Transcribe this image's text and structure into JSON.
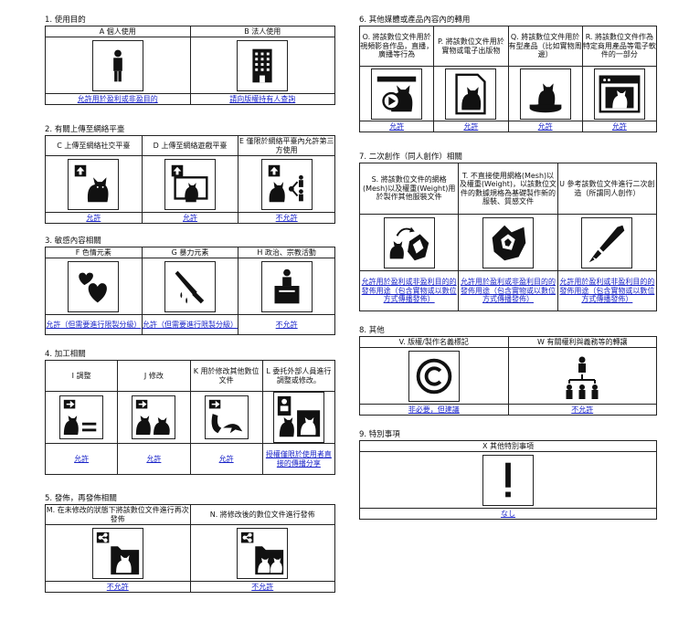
{
  "s1": {
    "title": "1. 使用目的",
    "headers": [
      "A 個人使用",
      "B 法人使用"
    ],
    "results": [
      "允許用於盈利或非盈目的",
      "請向版權持有人查詢"
    ]
  },
  "s2": {
    "title": "2. 有關上傳至網絡平臺",
    "headers": [
      "C 上傳至網絡社交平臺",
      "D 上傳至網絡遊戲平臺",
      "E 僅限於網絡平臺內允許第三方使用"
    ],
    "results": [
      "允許",
      "允許",
      "不允許"
    ]
  },
  "s3": {
    "title": "3. 敏感內容相關",
    "headers": [
      "F 色情元素",
      "G 暴力元素",
      "H 政治、宗教活動"
    ],
    "results": [
      "允許（但需要進行限製分級）",
      "允許（但需要進行限製分級）",
      "不允許"
    ]
  },
  "s4": {
    "title": "4. 加工相關",
    "headers": [
      "I 調整",
      "J 修改",
      "K 用於修改其他數位文件",
      "L 委托外部人員進行調整或修改。"
    ],
    "results": [
      "允許",
      "允許",
      "允許",
      "授權僅限於使用者直接的傳播分享"
    ]
  },
  "s5": {
    "title": "5. 發佈，再發佈相關",
    "headers": [
      "M. 在未修改的狀態下將該數位文件進行再次發佈",
      "N. 將修改後的數位文件進行發佈"
    ],
    "results": [
      "不允許",
      "不允許"
    ]
  },
  "s6": {
    "title": "6. 其他媒體或產品內容內的轉用",
    "headers": [
      "O. 將該數位文件用於視頻影音作品，直播，廣播等行為",
      "P. 將該數位文件用於實物或電子出版物",
      "Q. 將該數位文件用於有型產品（比如實物周邊）",
      "R. 將該數位文件作為特定商用產品等電子軟件的一部分"
    ],
    "results": [
      "允許",
      "允許",
      "允許",
      "允許"
    ]
  },
  "s7": {
    "title": "7. 二次創作（同人創作）相關",
    "headers": [
      "S. 將該數位文件的網格(Mesh)以及權重(Weight)用於製作其他服裝文件",
      "T. 不直接使用網格(Mesh)以及權重(Weight)，以該數位文件的數據規格為基礎製作新的服裝、質感文件",
      "U 參考該數位文件進行二次創造（所謂同人創作）"
    ],
    "results": [
      "允許用於盈利或非盈利目的的發佈用途（包含實物或以數位方式傳播發佈）",
      "允許用於盈利或非盈利目的的發佈用途（包含實物或以數位方式傳播發佈）",
      "允許用於盈利或非盈利目的的發佈用途（包含實物或以數位方式傳播發佈）"
    ]
  },
  "s8": {
    "title": "8. 其他",
    "headers": [
      "V. 版權/製作名義標記",
      "W 有關權利與義務等的轉讓"
    ],
    "results": [
      "非必要，但建議",
      "不允許"
    ]
  },
  "s9": {
    "title": "9. 特別事項",
    "headers": [
      "X 其他特別事項"
    ],
    "results": [
      "なし"
    ]
  },
  "icons": [
    "person-icon",
    "building-icon",
    "upload-social-icon",
    "upload-game-icon",
    "upload-share-icon",
    "heart-icon",
    "knife-icon",
    "podium-icon",
    "adjust-icon",
    "modify-icon",
    "modify-other-icon",
    "outsource-icon",
    "redistribute-icon",
    "redistribute-modified-icon",
    "video-icon",
    "publication-icon",
    "merchandise-icon",
    "software-icon",
    "mesh-reuse-icon",
    "derivative-clothing-icon",
    "fan-creation-icon",
    "copyright-icon",
    "rights-transfer-icon",
    "exclamation-icon"
  ]
}
